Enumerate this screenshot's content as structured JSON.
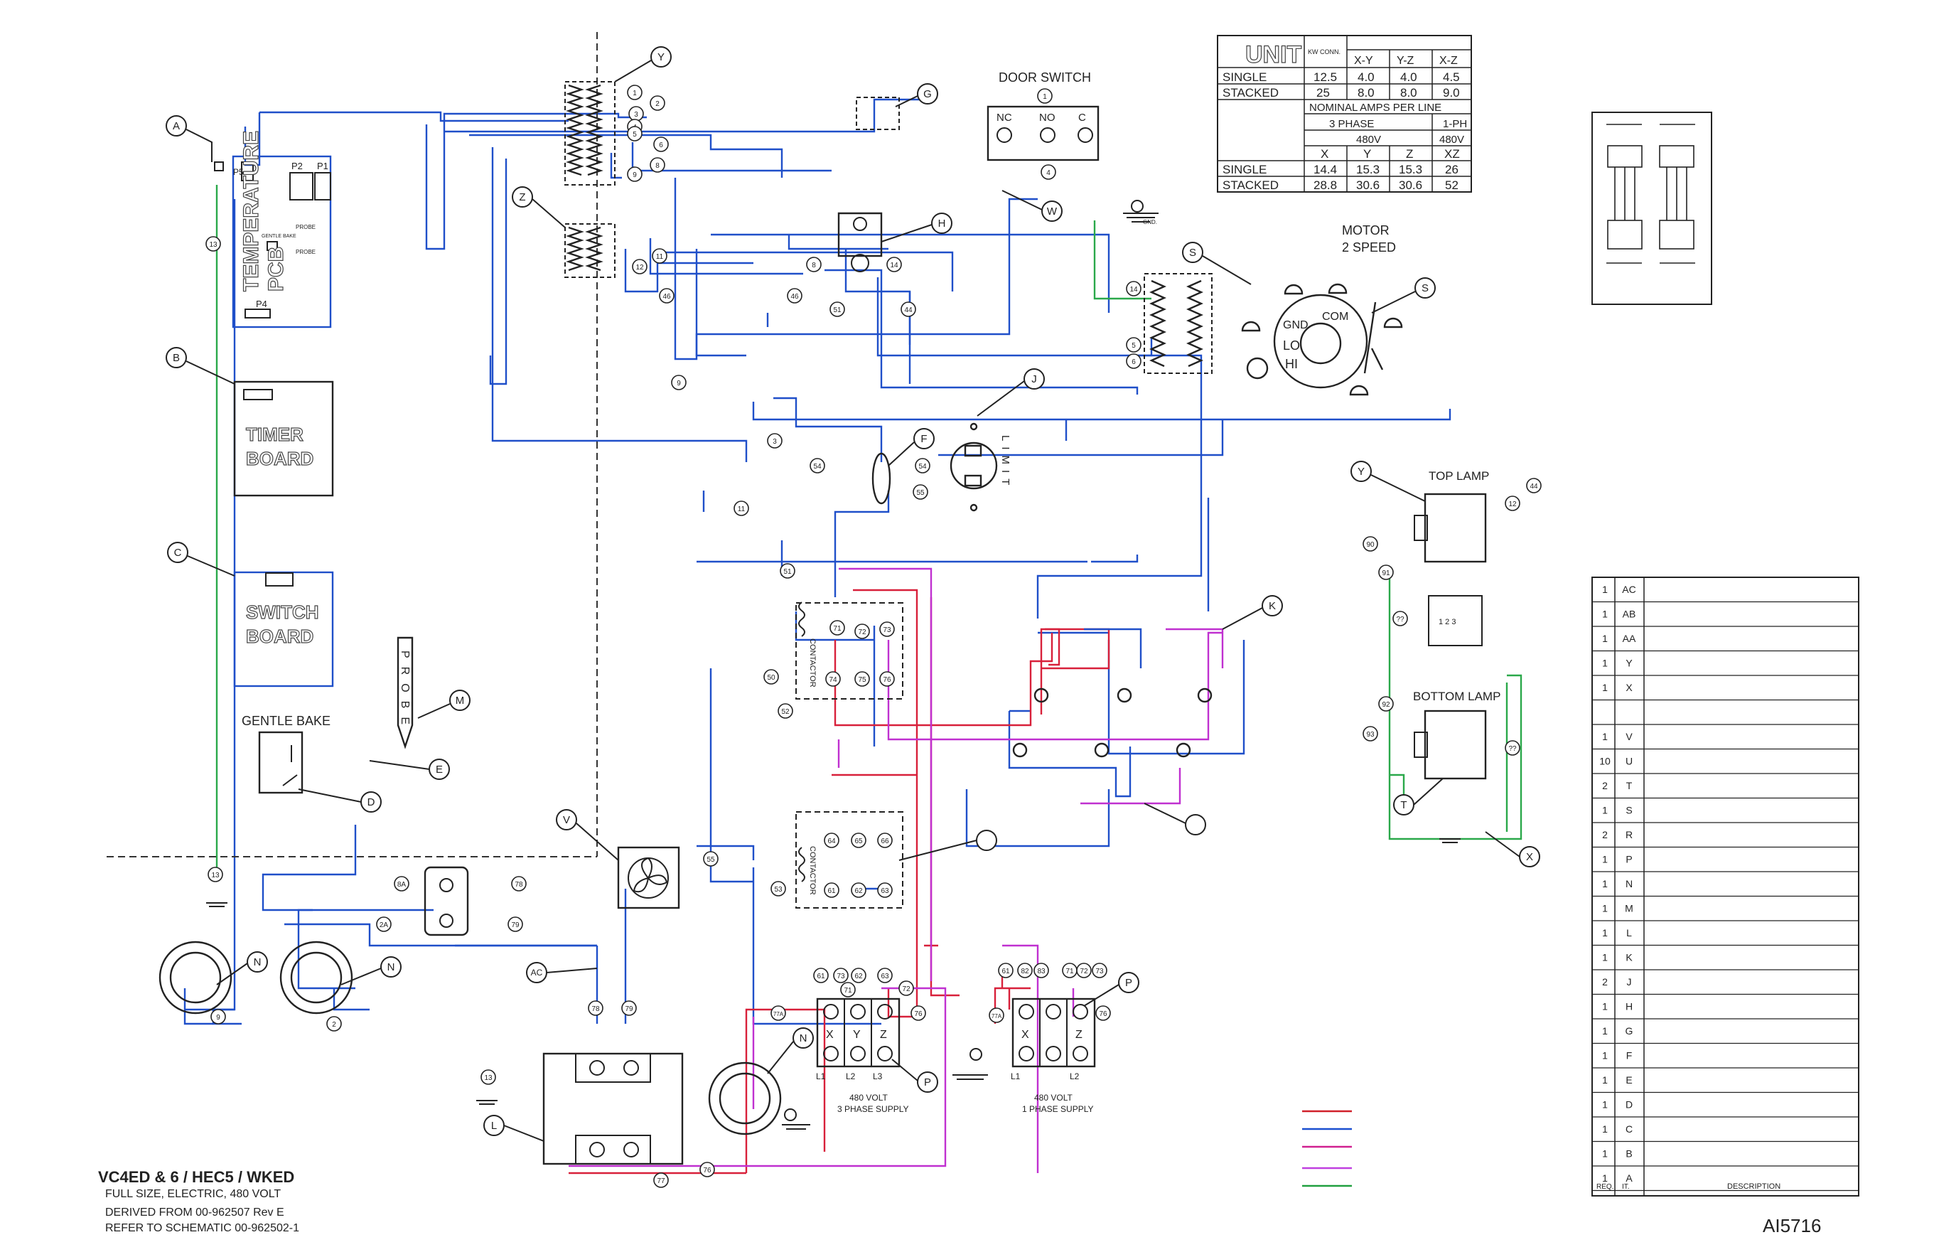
{
  "title_block": {
    "line1": "VC4ED & 6 / HEC5 / WKED",
    "line2": "FULL SIZE, ELECTRIC, 480 VOLT",
    "line3": "DERIVED FROM 00-962507  Rev E",
    "line4": "REFER TO SCHEMATIC 00-962502-1",
    "drawing_no": "AI5716"
  },
  "spec_table": {
    "unit_label": "UNIT",
    "kw_label": "KW CONN.",
    "col_xy": "X-Y",
    "col_yz": "Y-Z",
    "col_xz": "X-Z",
    "single": {
      "name": "SINGLE",
      "kw": "12.5",
      "xy": "4.0",
      "yz": "4.0",
      "xz": "4.5"
    },
    "stacked": {
      "name": "STACKED",
      "kw": "25",
      "xy": "8.0",
      "yz": "8.0",
      "xz": "9.0"
    },
    "amps_title": "NOMINAL AMPS PER LINE",
    "three_phase": "3 PHASE",
    "one_phase": "1-PH",
    "v480a": "480V",
    "v480b": "480V",
    "cx": "X",
    "cy": "Y",
    "cz": "Z",
    "cxz": "XZ",
    "single_amps": {
      "name": "SINGLE",
      "x": "14.4",
      "y": "15.3",
      "z": "15.3",
      "xz": "26"
    },
    "stacked_amps": {
      "name": "STACKED",
      "x": "28.8",
      "y": "30.6",
      "z": "30.6",
      "xz": "52"
    }
  },
  "labels": {
    "temperature": "TEMPERATURE",
    "pcb": "PCB",
    "p1": "P1",
    "p2": "P2",
    "p4": "P4",
    "p5": "P5",
    "probe_small1": "PROBE",
    "probe_small2": "PROBE",
    "gentle_small": "GENTLE BAKE",
    "timer1": "TIMER",
    "timer2": "BOARD",
    "switch1": "SWITCH",
    "switch2": "BOARD",
    "gentle_bake": "GENTLE BAKE",
    "probe_vertical": "PROBE",
    "door_switch": "DOOR SWITCH",
    "nc": "NC",
    "no": "NO",
    "c": "C",
    "gnd": "GND.",
    "motor": "MOTOR",
    "motor2": "2 SPEED",
    "gnd_m": "GND",
    "com": "COM",
    "lo": "LO",
    "hi": "HI",
    "limit": "LIMIT",
    "contactor": "CONTACTOR",
    "top_lamp": "TOP LAMP",
    "bottom_lamp": "BOTTOM LAMP",
    "lamp_nums": "1 2 3",
    "supply3_1": "480 VOLT",
    "supply3_2": "3 PHASE SUPPLY",
    "supply1_1": "480 VOLT",
    "supply1_2": "1 PHASE SUPPLY",
    "l1": "L1",
    "l2": "L2",
    "l3": "L3",
    "px": "X",
    "py": "Y",
    "pz": "Z",
    "ph": "P",
    "pn": "N"
  },
  "callouts": [
    "A",
    "B",
    "C",
    "D",
    "E",
    "F",
    "G",
    "H",
    "J",
    "K",
    "L",
    "M",
    "N",
    "P",
    "S",
    "T",
    "V",
    "W",
    "X",
    "Y",
    "Z",
    "AC"
  ],
  "parts_list": {
    "col_req": "REQ.",
    "col_it": "IT.",
    "col_desc": "DESCRIPTION",
    "rows": [
      {
        "req": "1",
        "it": "AC"
      },
      {
        "req": "1",
        "it": "AB"
      },
      {
        "req": "1",
        "it": "AA"
      },
      {
        "req": "1",
        "it": "Y"
      },
      {
        "req": "1",
        "it": "X"
      },
      {
        "req": "",
        "it": ""
      },
      {
        "req": "1",
        "it": "V"
      },
      {
        "req": "10",
        "it": "U"
      },
      {
        "req": "2",
        "it": "T"
      },
      {
        "req": "1",
        "it": "S"
      },
      {
        "req": "2",
        "it": "R"
      },
      {
        "req": "1",
        "it": "P"
      },
      {
        "req": "1",
        "it": "N"
      },
      {
        "req": "1",
        "it": "M"
      },
      {
        "req": "1",
        "it": "L"
      },
      {
        "req": "1",
        "it": "K"
      },
      {
        "req": "2",
        "it": "J"
      },
      {
        "req": "1",
        "it": "H"
      },
      {
        "req": "1",
        "it": "G"
      },
      {
        "req": "1",
        "it": "F"
      },
      {
        "req": "1",
        "it": "E"
      },
      {
        "req": "1",
        "it": "D"
      },
      {
        "req": "1",
        "it": "C"
      },
      {
        "req": "1",
        "it": "B"
      },
      {
        "req": "1",
        "it": "A"
      }
    ]
  },
  "legend_colors": [
    "#d0202a",
    "#1a4fd0",
    "#d02090",
    "#c040e0",
    "#20a040"
  ],
  "colors": {
    "blue": "#1f4fc9",
    "red": "#d8203a",
    "magenta": "#c030d0",
    "green": "#2aa84a",
    "black": "#222222"
  }
}
